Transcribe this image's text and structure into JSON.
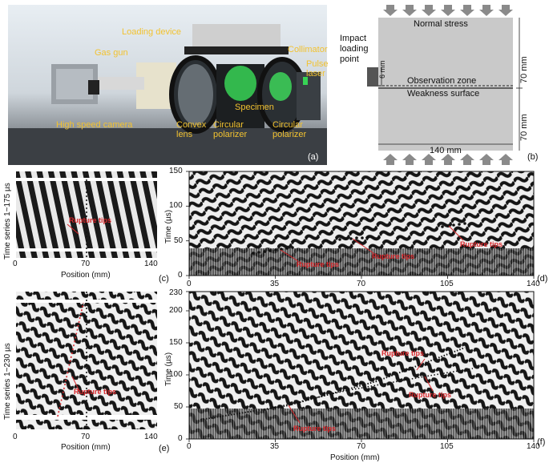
{
  "panels": {
    "a": {
      "tag": "(a)",
      "labels": {
        "loading_device": "Loading device",
        "gas_gun": "Gas gun",
        "collimator": "Collimator",
        "pulse_laser": "Pulse\nlaser",
        "high_speed_camera": "High speed camera",
        "convex_lens": "Convex\nlens",
        "circular_polarizer_1": "Circular\npolarizer",
        "specimen": "Specimen",
        "circular_polarizer_2": "Circular\npolarizer"
      }
    },
    "b": {
      "tag": "(b)",
      "labels": {
        "normal_stress": "Normal stress",
        "impact_loading_point": "Impact\nloading\npoint",
        "observation_zone": "Observation zone",
        "weakness_surface": "Weakness surface",
        "dim_6mm": "6 mm",
        "dim_70mm_top": "70 mm",
        "dim_70mm_bottom": "70 mm",
        "dim_140mm": "140 mm"
      }
    },
    "c": {
      "tag": "(c)",
      "y_label": "Time series 1~175 µs",
      "x_label": "Position (mm)",
      "x_ticks": [
        "0",
        "70",
        "140"
      ],
      "annotation": "Rupture tips"
    },
    "d": {
      "tag": "(d)",
      "y_label": "Time (µs)",
      "x_label": "Position (mm)",
      "x_ticks": [
        "0",
        "35",
        "70",
        "105",
        "140"
      ],
      "y_ticks": [
        "0",
        "50",
        "100",
        "150"
      ],
      "annotations": [
        "Rupture tips",
        "Rupture tips",
        "Rupture tips"
      ]
    },
    "e": {
      "tag": "(e)",
      "y_label": "Time series 1~230 µs",
      "x_label": "Position (mm)",
      "x_ticks": [
        "0",
        "70",
        "140"
      ],
      "annotation": "Rupture tips"
    },
    "f": {
      "tag": "(f)",
      "y_label": "Time (µs)",
      "x_label": "Position (mm)",
      "x_ticks": [
        "0",
        "35",
        "70",
        "105",
        "140"
      ],
      "y_ticks": [
        "0",
        "50",
        "100",
        "150",
        "200",
        "230"
      ],
      "annotations": [
        "Rupture tips",
        "Rupture tips",
        "Rupture tips"
      ]
    }
  },
  "colors": {
    "photo_label": "#f2c230",
    "annotation": "#d8262a",
    "specimen_fill": "#c9c9c9",
    "arrow": "#8a8a8a"
  }
}
